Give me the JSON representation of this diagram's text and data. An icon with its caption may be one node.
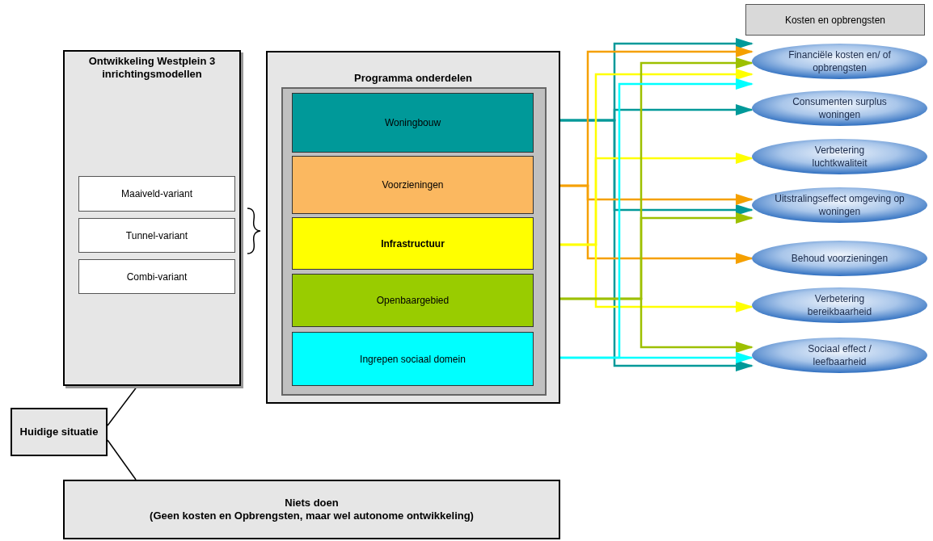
{
  "diagram": {
    "nodes": [
      {
        "text": [
          "Ontwikkeling Westplein 3 inrichtingsmodellen"
        ]
      },
      {
        "text": [
          "Maaiveld-variant"
        ],
        "in": 0
      },
      {
        "text": [
          "Tunnel-variant"
        ],
        "in": 0
      },
      {
        "text": [
          "Combi-variant"
        ],
        "in": 0
      },
      {
        "text": [
          "Programma onderdelen"
        ]
      },
      {
        "text": [
          "Woningbouw"
        ],
        "in": 4
      },
      {
        "text": [
          "Voorzieningen"
        ],
        "in": 4
      },
      {
        "text": [
          "Infrastructuur"
        ],
        "in": 4
      },
      {
        "text": [
          "Openbaargebied"
        ],
        "in": 4
      },
      {
        "text": [
          "Ingrepen sociaal domein"
        ],
        "in": 4
      },
      {
        "text": [
          "Kosten en opbrengsten"
        ]
      },
      {
        "text": [
          "Financiële kosten en/ of opbrengsten"
        ]
      },
      {
        "text": [
          "Consumenten surplus woningen"
        ]
      },
      {
        "text": [
          "Verbetering luchtkwaliteit"
        ]
      },
      {
        "text": [
          "Uitstralingseffect omgeving op woningen"
        ]
      },
      {
        "text": [
          "Behoud voorzieningen"
        ]
      },
      {
        "text": [
          "Verbetering bereikbaarheid"
        ]
      },
      {
        "text": [
          "Sociaal effect / leefbaarheid"
        ]
      },
      {
        "text": [
          "Huidige situatie"
        ]
      },
      {
        "text": [
          "Niets doen",
          "(Geen kosten en Opbrengsten, maar wel autonome ontwikkeling)"
        ]
      }
    ],
    "edges": [
      {
        "from": 5,
        "to": 11,
        "arrow": "to",
        "color": "#009999"
      },
      {
        "from": 5,
        "to": 12,
        "arrow": "to",
        "color": "#009999"
      },
      {
        "from": 5,
        "to": 14,
        "arrow": "to",
        "color": "#009999"
      },
      {
        "from": 5,
        "to": 17,
        "arrow": "to",
        "color": "#009999"
      },
      {
        "from": 6,
        "to": 11,
        "arrow": "to",
        "color": "#f5a000"
      },
      {
        "from": 6,
        "to": 14,
        "arrow": "to",
        "color": "#f5a000"
      },
      {
        "from": 6,
        "to": 15,
        "arrow": "to",
        "color": "#f5a000"
      },
      {
        "from": 7,
        "to": 11,
        "arrow": "to",
        "color": "#ffff00"
      },
      {
        "from": 7,
        "to": 13,
        "arrow": "to",
        "color": "#ffff00"
      },
      {
        "from": 7,
        "to": 16,
        "arrow": "to",
        "color": "#ffff00"
      },
      {
        "from": 8,
        "to": 11,
        "arrow": "to",
        "color": "#9dc000"
      },
      {
        "from": 8,
        "to": 14,
        "arrow": "to",
        "color": "#9dc000"
      },
      {
        "from": 8,
        "to": 17,
        "arrow": "to",
        "color": "#9dc000"
      },
      {
        "from": 9,
        "to": 11,
        "arrow": "to",
        "color": "#00ffff"
      },
      {
        "from": 9,
        "to": 17,
        "arrow": "to",
        "color": "#00ffff"
      },
      {
        "from": 18,
        "to": 0,
        "arrow": "none",
        "color": "#000000"
      },
      {
        "from": 18,
        "to": 19,
        "arrow": "none",
        "color": "#000000"
      }
    ]
  }
}
